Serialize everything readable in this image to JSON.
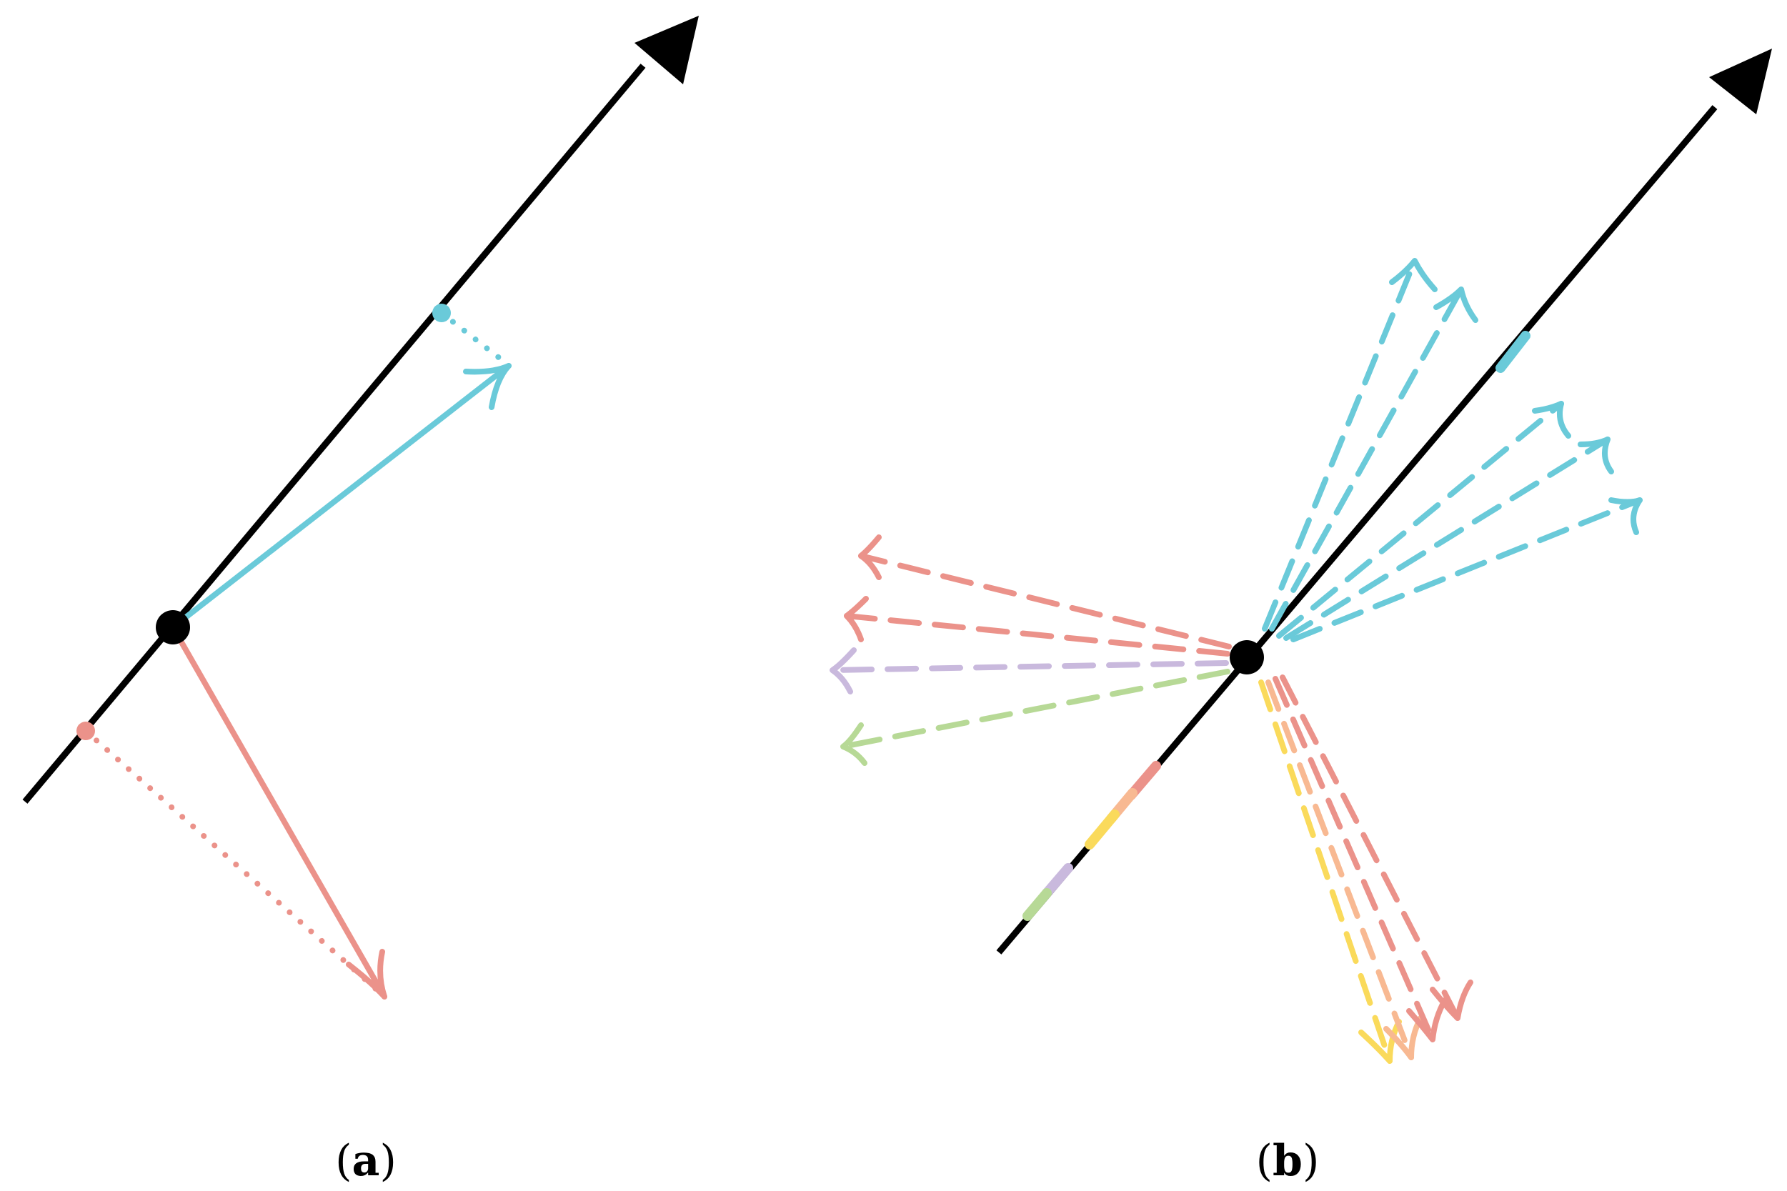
{
  "panels": [
    {
      "label": "(a)",
      "open": "(",
      "letter": "a",
      "close": ")"
    },
    {
      "label": "(b)",
      "open": "(",
      "letter": "b",
      "close": ")"
    }
  ],
  "colors": {
    "axis": "#000000",
    "cyan": "#6ACAD9",
    "salmon": "#EB928A",
    "purple": "#C9B9DD",
    "green": "#B7D996",
    "yellow": "#FADA5B",
    "peach": "#F8B992"
  }
}
